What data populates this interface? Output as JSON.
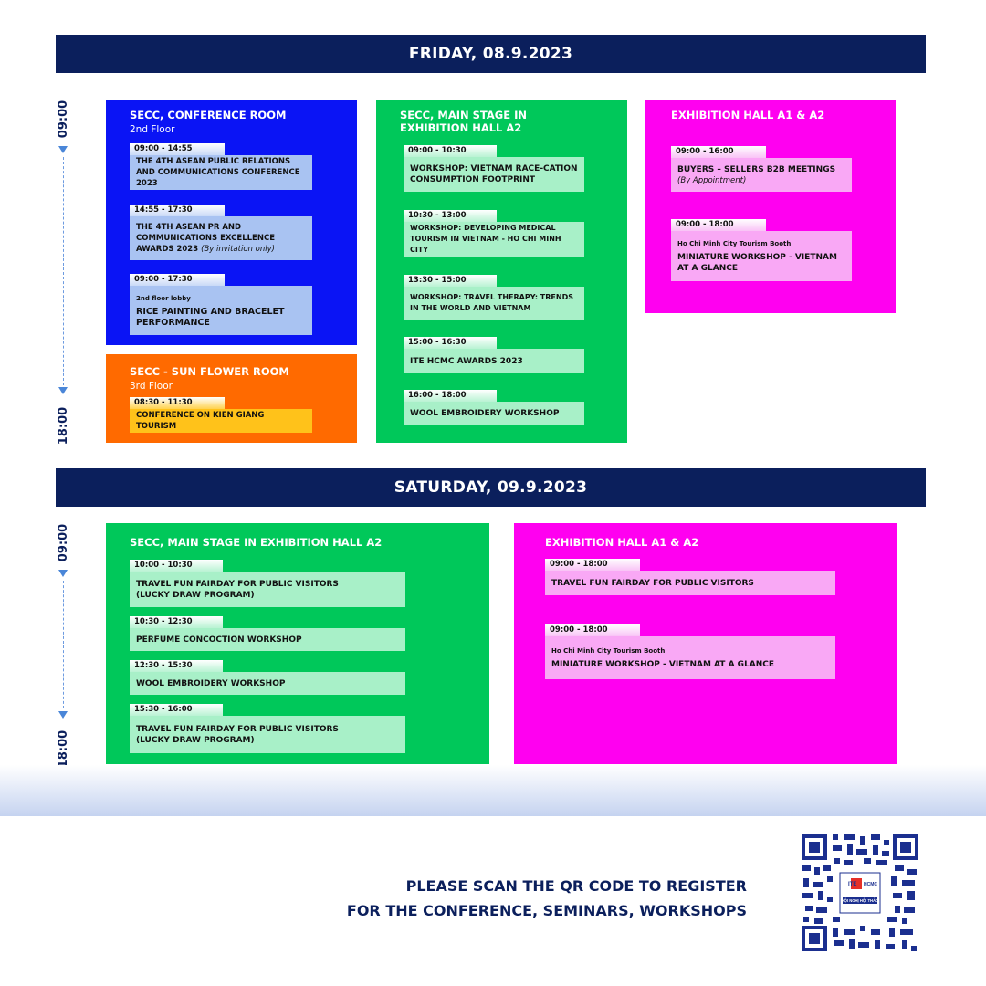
{
  "day1": {
    "header": "FRIDAY, 08.9.2023",
    "timeline": {
      "start": "09:00",
      "end": "18:00"
    },
    "venues": [
      {
        "title": "SECC, CONFERENCE ROOM",
        "subtitle": "2nd Floor",
        "color": "#0a14f5",
        "sessions": [
          {
            "time": "09:00 - 14:55",
            "title": "THE 4TH ASEAN PUBLIC RELATIONS AND COMMUNICATIONS CONFERENCE 2023"
          },
          {
            "time": "14:55 - 17:30",
            "title": "THE 4TH ASEAN PR AND COMMUNICATIONS EXCELLENCE AWARDS 2023",
            "note": "(By invitation only)"
          },
          {
            "time": "09:00 - 17:30",
            "location": "2nd floor lobby",
            "title": "RICE PAINTING AND BRACELET PERFORMANCE"
          }
        ]
      },
      {
        "title": "SECC - SUN FLOWER ROOM",
        "subtitle": "3rd Floor",
        "color": "#ff6a00",
        "sessions": [
          {
            "time": "08:30 - 11:30",
            "title": "CONFERENCE ON KIEN GIANG TOURISM"
          }
        ]
      },
      {
        "title_line1": "SECC, MAIN STAGE IN",
        "title_line2": "EXHIBITION HALL A2",
        "color": "#00c85a",
        "sessions": [
          {
            "time": "09:00 - 10:30",
            "title": "WORKSHOP: VIETNAM RACE-CATION CONSUMPTION FOOTPRINT"
          },
          {
            "time": "10:30 - 13:00",
            "title": "WORKSHOP: DEVELOPING MEDICAL TOURISM IN VIETNAM - HO CHI MINH CITY"
          },
          {
            "time": "13:30 - 15:00",
            "title": "WORKSHOP: TRAVEL THERAPY: TRENDS IN THE WORLD AND VIETNAM"
          },
          {
            "time": "15:00 - 16:30",
            "title": "ITE HCMC AWARDS 2023"
          },
          {
            "time": "16:00 - 18:00",
            "title": "WOOL EMBROIDERY WORKSHOP"
          }
        ]
      },
      {
        "title": "EXHIBITION HALL A1 & A2",
        "color": "#ff00f0",
        "sessions": [
          {
            "time": "09:00 - 16:00",
            "title": "BUYERS – SELLERS B2B MEETINGS",
            "note": "(By Appointment)"
          },
          {
            "time": "09:00 - 18:00",
            "location": "Ho Chi Minh City Tourism Booth",
            "title": "MINIATURE WORKSHOP - VIETNAM AT A GLANCE"
          }
        ]
      }
    ]
  },
  "day2": {
    "header": "SATURDAY, 09.9.2023",
    "timeline": {
      "start": "09:00",
      "end": "18:00"
    },
    "venues": [
      {
        "title": "SECC, MAIN STAGE IN EXHIBITION HALL A2",
        "color": "#00c85a",
        "sessions": [
          {
            "time": "10:00 - 10:30",
            "title_line1": "TRAVEL FUN FAIRDAY FOR PUBLIC VISITORS",
            "title_line2": "(LUCKY DRAW PROGRAM)"
          },
          {
            "time": "10:30 - 12:30",
            "title": "PERFUME CONCOCTION WORKSHOP"
          },
          {
            "time": "12:30 - 15:30",
            "title": "WOOL EMBROIDERY WORKSHOP"
          },
          {
            "time": "15:30 - 16:00",
            "title_line1": "TRAVEL FUN FAIRDAY FOR PUBLIC VISITORS",
            "title_line2": "(LUCKY DRAW PROGRAM)"
          }
        ]
      },
      {
        "title": "EXHIBITION HALL A1 & A2",
        "color": "#ff00f0",
        "sessions": [
          {
            "time": "09:00 - 18:00",
            "title": "TRAVEL FUN FAIRDAY FOR PUBLIC VISITORS"
          },
          {
            "time": "09:00 - 18:00",
            "location": "Ho Chi Minh City Tourism Booth",
            "title": "MINIATURE WORKSHOP - VIETNAM AT A GLANCE"
          }
        ]
      }
    ]
  },
  "footer": {
    "cta_line1": "PLEASE SCAN THE QR CODE TO REGISTER",
    "cta_line2": "FOR THE CONFERENCE, SEMINARS, WORKSHOPS",
    "qr_logo_line1": "ITE",
    "qr_logo_line2": "HCMC",
    "qr_logo_line3": "HỘI NGHỊ HỘI THẢO"
  }
}
